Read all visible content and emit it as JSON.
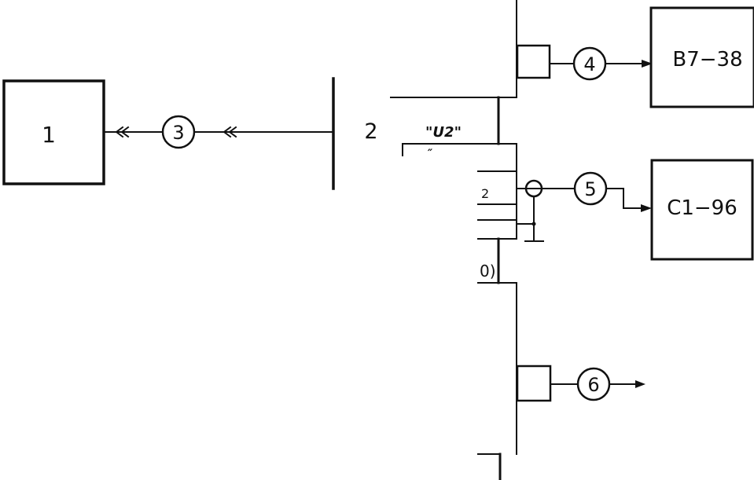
{
  "blocks": {
    "block_1": "1",
    "device_2": "2",
    "voltmeter": "B7−38",
    "oscilloscope": "C1−96"
  },
  "connectors": {
    "c3": "3",
    "c4": "4",
    "c5": "5",
    "c6": "6"
  },
  "signal": {
    "u2": "\"U2\"",
    "fragment_a": "″",
    "fragment_b": "2",
    "fragment_c": "0)"
  },
  "colors": {
    "ink": "#111111",
    "paper": "#ffffff"
  }
}
